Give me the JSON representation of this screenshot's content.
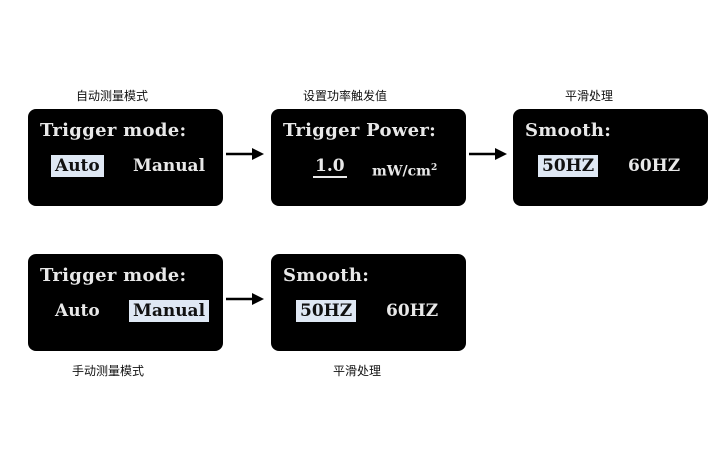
{
  "flows": {
    "auto": {
      "captions": [
        "自动测量模式",
        "设置功率触发值",
        "平滑处理"
      ],
      "screens": [
        {
          "title": "Trigger mode:",
          "options": [
            "Auto",
            "Manual"
          ],
          "selected": "Auto"
        },
        {
          "title": "Trigger Power:",
          "value": "1.0",
          "unit": "mW/cm",
          "unit_exp": "2"
        },
        {
          "title": "Smooth:",
          "options": [
            "50HZ",
            "60HZ"
          ],
          "selected": "50HZ"
        }
      ]
    },
    "manual": {
      "captions": [
        "手动测量模式",
        "平滑处理"
      ],
      "screens": [
        {
          "title": "Trigger mode:",
          "options": [
            "Auto",
            "Manual"
          ],
          "selected": "Manual"
        },
        {
          "title": "Smooth:",
          "options": [
            "50HZ",
            "60HZ"
          ],
          "selected": "50HZ"
        }
      ]
    }
  },
  "colors": {
    "screen_bg": "#000000",
    "screen_text": "#e8e8e8",
    "highlight_bg": "#dfe8f4"
  },
  "icons": [
    "arrow-right-icon"
  ]
}
